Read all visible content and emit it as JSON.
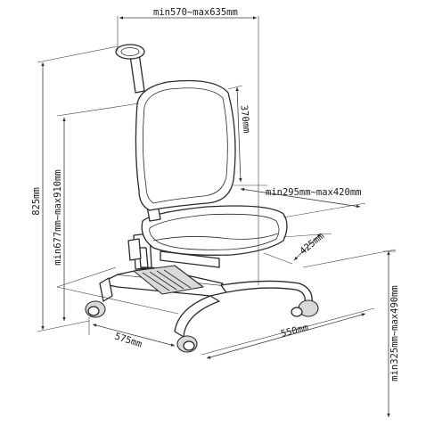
{
  "diagram": {
    "dimensions": {
      "top_width": "min570~max635mm",
      "back_height": "370mm",
      "seat_depth": "min295mm~max420mm",
      "seat_width": "425mm",
      "total_height": "825mm",
      "back_top_height": "min677mm~max910mm",
      "base_depth": "575mm",
      "base_width": "550mm",
      "seat_height": "min325mm~max490mm"
    }
  }
}
